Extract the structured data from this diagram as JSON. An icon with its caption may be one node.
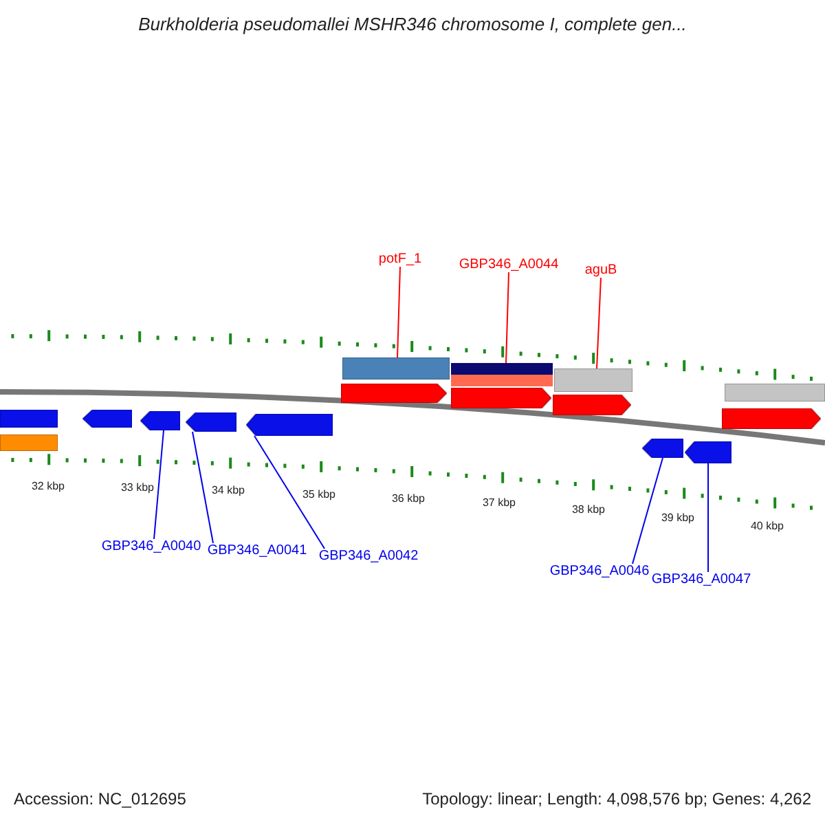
{
  "diagram": {
    "title": "Burkholderia pseudomallei MSHR346 chromosome I, complete gen...",
    "nodes": [
      {
        "text": [
          "potF_1"
        ]
      },
      {
        "text": [
          "GBP346_A0044"
        ]
      },
      {
        "text": [
          "aguB"
        ]
      },
      {
        "text": [],
        "shape": "bar"
      },
      {
        "text": [],
        "shape": "bar"
      },
      {
        "text": [],
        "shape": "bar"
      },
      {
        "text": [],
        "shape": "bar"
      },
      {
        "text": [],
        "shape": "bar"
      },
      {
        "text": [],
        "shape": "bar"
      },
      {
        "text": [],
        "shape": "bar"
      },
      {
        "text": [],
        "shape": "bar"
      },
      {
        "text": [
          "GBP346_A0040"
        ]
      },
      {
        "text": [
          "GBP346_A0041"
        ]
      },
      {
        "text": [
          "GBP346_A0042"
        ]
      },
      {
        "text": [
          "GBP346_A0046"
        ]
      },
      {
        "text": [
          "GBP346_A0047"
        ]
      },
      {
        "text": [],
        "shape": "bar"
      },
      {
        "text": [],
        "shape": "bar"
      },
      {
        "text": [],
        "shape": "bar"
      },
      {
        "text": [],
        "shape": "bar"
      },
      {
        "text": [],
        "shape": "bar"
      },
      {
        "text": [],
        "shape": "bar"
      },
      {
        "text": [],
        "shape": "bar"
      },
      {
        "text": [],
        "shape": "bar"
      }
    ],
    "edges": [
      {
        "from": 0,
        "to": 3,
        "arrow": "none",
        "color": "#ff0000"
      },
      {
        "from": 1,
        "to": 4,
        "arrow": "none",
        "color": "#ff0000"
      },
      {
        "from": 2,
        "to": 5,
        "arrow": "none",
        "color": "#ff0000"
      },
      {
        "from": 11,
        "to": 6,
        "arrow": "none"
      },
      {
        "from": 12,
        "to": 7,
        "arrow": "none"
      },
      {
        "from": 13,
        "to": 8,
        "arrow": "none"
      },
      {
        "from": 14,
        "to": 9,
        "arrow": "none"
      },
      {
        "from": 15,
        "to": 10,
        "arrow": "none"
      }
    ],
    "labels": [
      "32 kbp",
      "33 kbp",
      "34 kbp",
      "35 kbp",
      "36 kbp",
      "37 kbp",
      "38 kbp",
      "39 kbp",
      "40 kbp",
      "Accession: NC_012695",
      "Topology: linear; Length: 4,098,576 bp; Genes: 4,262"
    ]
  }
}
